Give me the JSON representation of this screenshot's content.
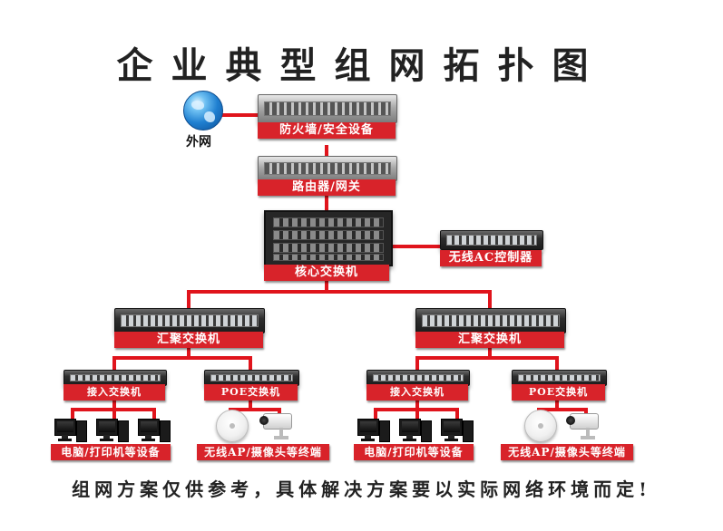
{
  "title": "企业典型组网拓扑图",
  "internet_label": "外网",
  "firewall_label": "防火墙/安全设备",
  "router_label": "路由器/网关",
  "core_label": "核心交换机",
  "ac_label": "无线AC控制器",
  "groups": [
    {
      "aggregation_label": "汇聚交换机",
      "access_label": "接入交换机",
      "poe_label": "POE交换机",
      "pc_label": "电脑/打印机等设备",
      "terminal_label": "无线AP/摄像头等终端"
    },
    {
      "aggregation_label": "汇聚交换机",
      "access_label": "接入交换机",
      "poe_label": "POE交换机",
      "pc_label": "电脑/打印机等设备",
      "terminal_label": "无线AP/摄像头等终端"
    }
  ],
  "footer": "组网方案仅供参考，具体解决方案要以实际网络环境而定!",
  "colors": {
    "accent": "#d8232a",
    "line": "#e0141c"
  }
}
